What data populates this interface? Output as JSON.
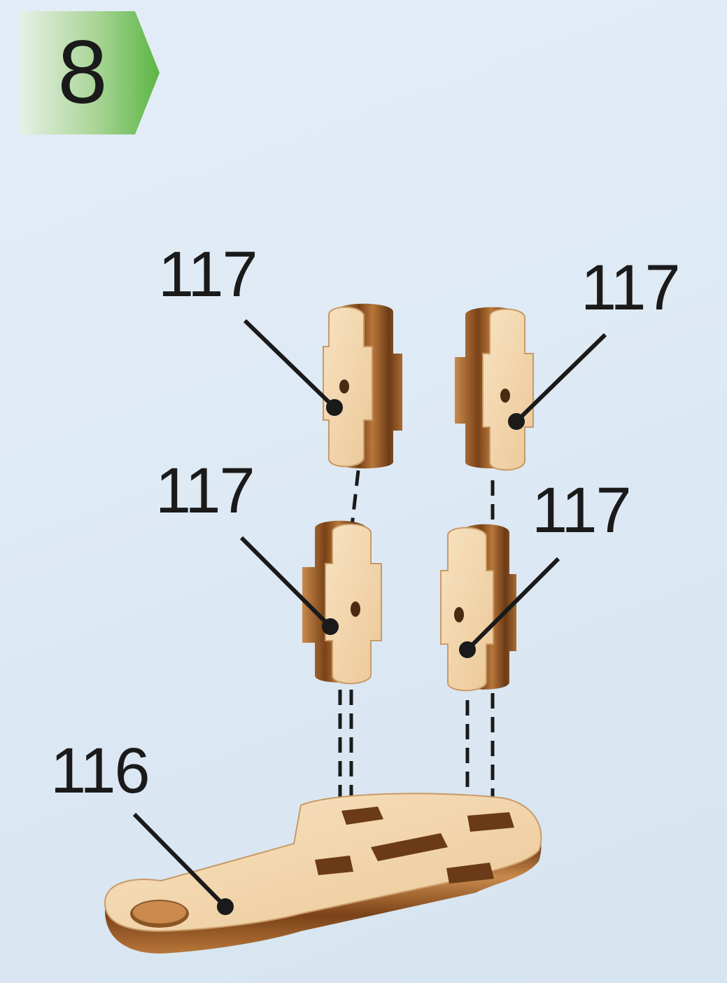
{
  "step": {
    "number": "8"
  },
  "parts": [
    {
      "id": "label-1",
      "text": "117"
    },
    {
      "id": "label-2",
      "text": "117"
    },
    {
      "id": "label-3",
      "text": "117"
    },
    {
      "id": "label-4",
      "text": "117"
    },
    {
      "id": "label-5",
      "text": "116"
    }
  ],
  "colors": {
    "badge_green": "#5cb544",
    "badge_fade": "#e6efe4",
    "wood_light": "#f3d6ac",
    "wood_mid": "#c98a4c",
    "wood_dark": "#6b3a16",
    "leader": "#1a1a1a"
  }
}
